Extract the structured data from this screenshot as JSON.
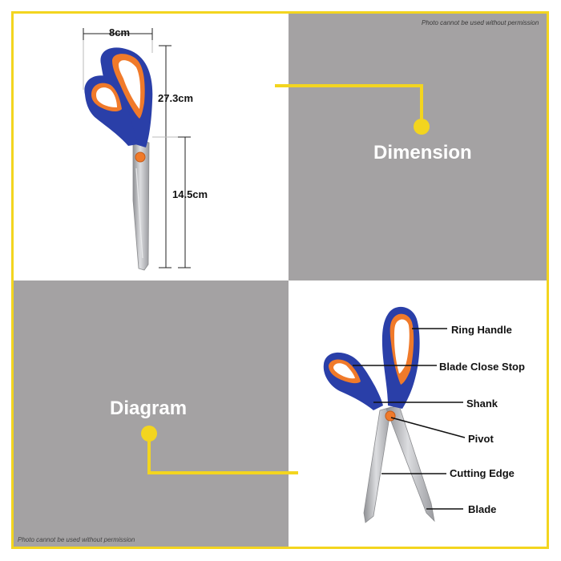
{
  "watermark_text": "Photo cannot be used without permission",
  "sections": {
    "dimension_title": "Dimension",
    "diagram_title": "Diagram"
  },
  "dimensions": {
    "width": "8cm",
    "total_length": "27.3cm",
    "blade_length": "14.5cm"
  },
  "parts": {
    "ring_handle": "Ring Handle",
    "blade_close_stop": "Blade Close Stop",
    "shank": "Shank",
    "pivot": "Pivot",
    "cutting_edge": "Cutting Edge",
    "blade": "Blade"
  },
  "colors": {
    "accent_yellow": "#f3d51f",
    "panel_grey": "#a4a2a3",
    "handle_blue": "#2a3fa8",
    "handle_orange": "#f07a2a",
    "blade_steel": "#b9babd"
  }
}
